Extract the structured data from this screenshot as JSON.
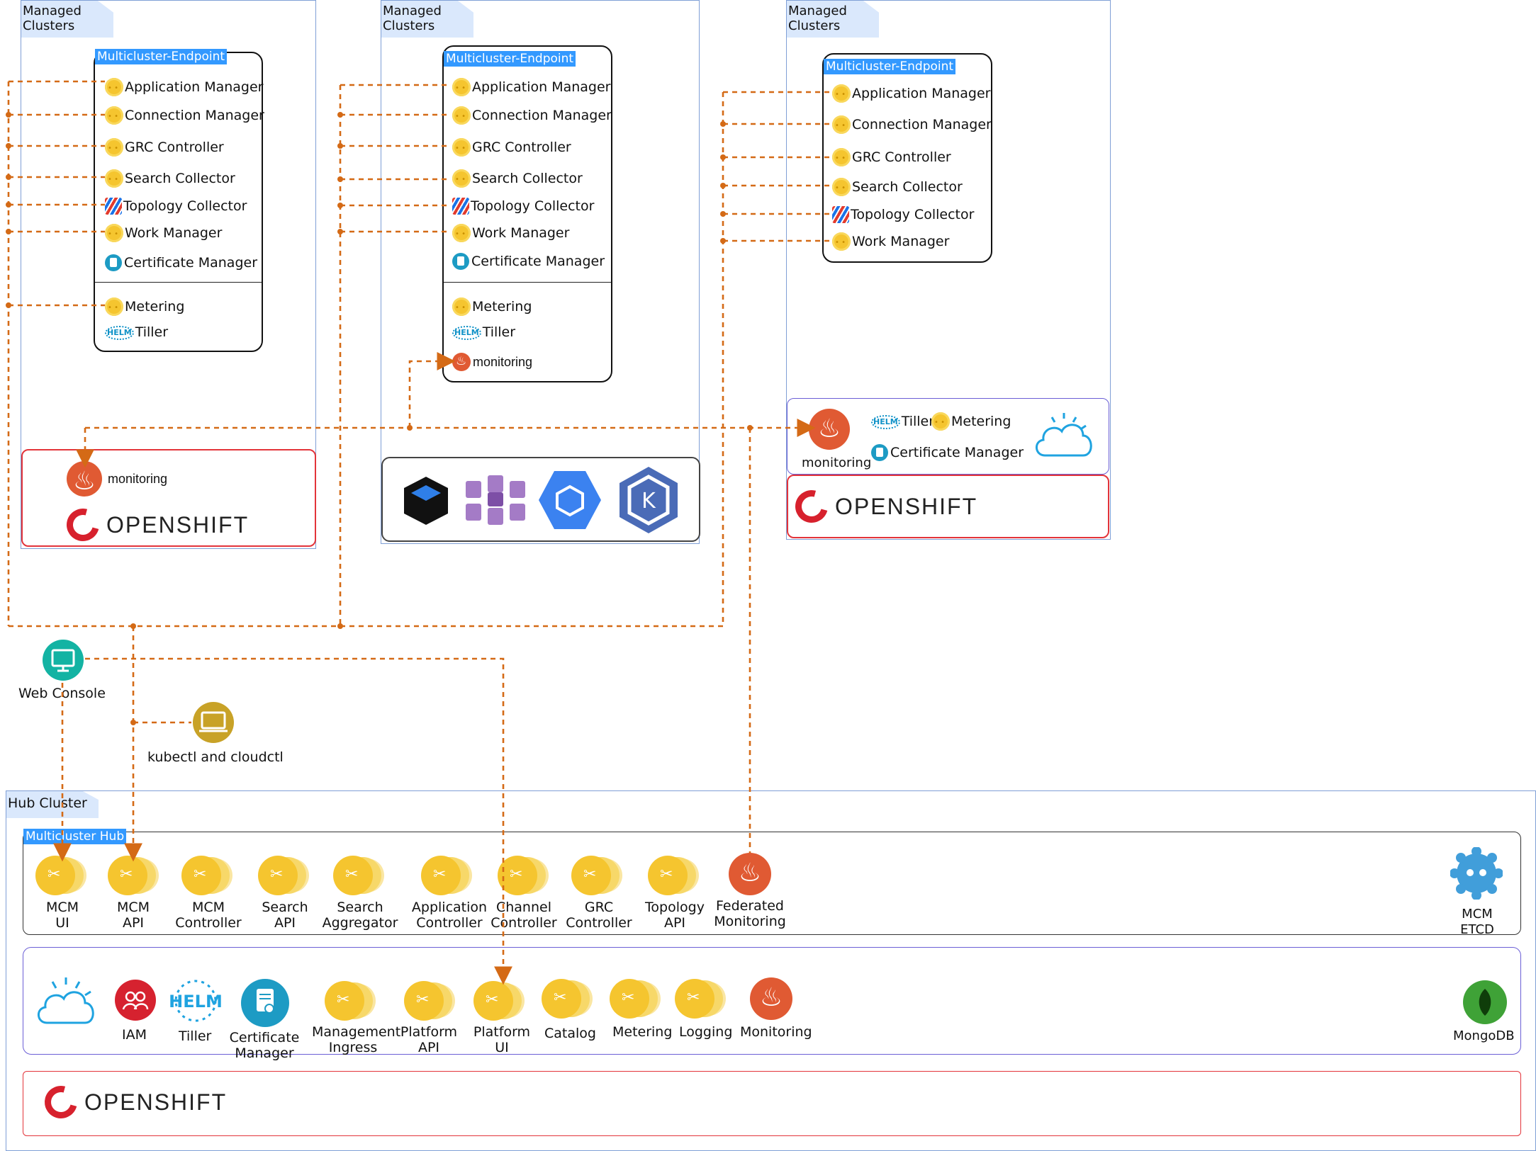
{
  "managed_clusters": [
    {
      "tab_label": "Managed Clusters",
      "endpoint_title": "Multicluster-Endpoint",
      "components": [
        "Application Manager",
        "Connection Manager",
        "GRC Controller",
        "Search Collector",
        "Topology Collector",
        "Work Manager",
        "Certificate Manager"
      ],
      "addons": [
        "Metering",
        "Tiller"
      ],
      "platform_monitoring": "monitoring",
      "platform": "OPENSHIFT"
    },
    {
      "tab_label": "Managed Clusters",
      "endpoint_title": "Multicluster-Endpoint",
      "components": [
        "Application Manager",
        "Connection Manager",
        "GRC Controller",
        "Search Collector",
        "Topology Collector",
        "Work Manager",
        "Certificate Manager"
      ],
      "addons": [
        "Metering",
        "Tiller",
        "monitoring"
      ],
      "platform_icons": [
        "aws-eks-icon",
        "azure-aks-icon",
        "google-gke-icon",
        "kubernetes-icon"
      ]
    },
    {
      "tab_label": "Managed Clusters",
      "endpoint_title": "Multicluster-Endpoint",
      "components": [
        "Application Manager",
        "Connection Manager",
        "GRC Controller",
        "Search Collector",
        "Topology Collector",
        "Work Manager"
      ],
      "ibm_cloud_private": {
        "monitoring": "monitoring",
        "tiller": "Tiller",
        "metering": "Metering",
        "certificate_manager": "Certificate Manager"
      },
      "platform": "OPENSHIFT"
    }
  ],
  "clients": {
    "web_console": "Web Console",
    "cli": "kubectl and cloudctl"
  },
  "hub_cluster": {
    "tab_label": "Hub Cluster",
    "multicluster_hub_title": "Multicluster Hub",
    "hub_components": [
      [
        "MCM",
        "UI"
      ],
      [
        "MCM",
        "API"
      ],
      [
        "MCM",
        "Controller"
      ],
      [
        "Search",
        "API"
      ],
      [
        "Search",
        "Aggregator"
      ],
      [
        "Application",
        "Controller"
      ],
      [
        "Channel",
        "Controller"
      ],
      [
        "GRC",
        "Controller"
      ],
      [
        "Topology",
        "API"
      ],
      [
        "Federated",
        "Monitoring"
      ]
    ],
    "etcd": [
      "MCM",
      "ETCD"
    ],
    "platform_services": [
      "IAM",
      "Tiller",
      [
        "Certificate",
        "Manager"
      ],
      [
        "Management",
        "Ingress"
      ],
      [
        "Platform",
        "API"
      ],
      [
        "Platform",
        "UI"
      ],
      "Catalog",
      "Metering",
      "Logging",
      "Monitoring"
    ],
    "mongodb": "MongoDB",
    "platform": "OPENSHIFT"
  },
  "colors": {
    "connector": "#d46a16",
    "tab_fill": "#dae8fc",
    "openshift_red": "#d7212d",
    "endpoint_title": "#3399ff"
  }
}
